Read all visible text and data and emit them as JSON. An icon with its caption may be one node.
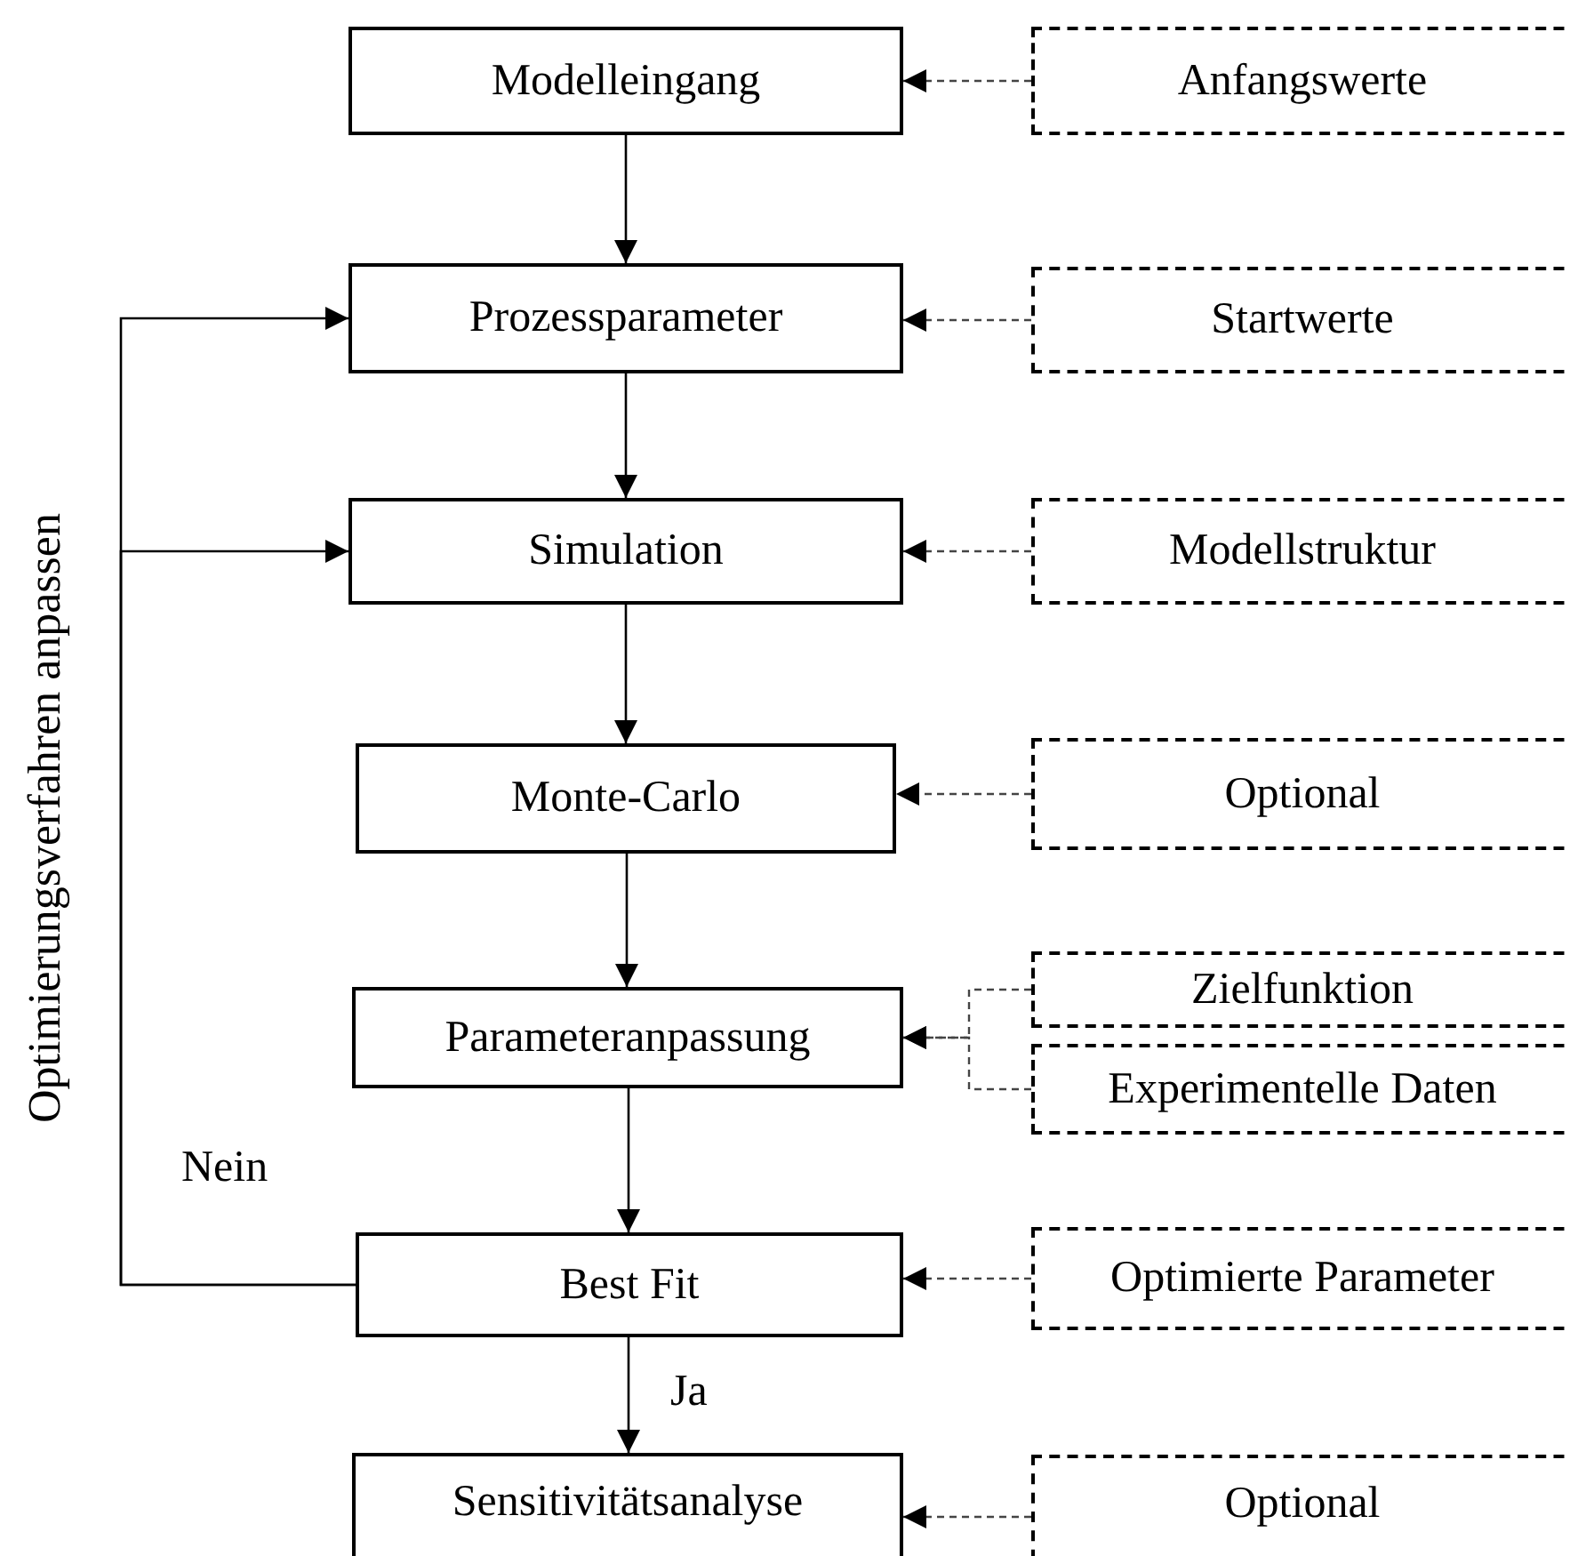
{
  "diagram": {
    "nodes": [
      {
        "text": [
          "Modelleingang"
        ]
      },
      {
        "text": [
          "Prozessparameter"
        ]
      },
      {
        "text": [
          "Simulation"
        ]
      },
      {
        "text": [
          "Monte-Carlo"
        ]
      },
      {
        "text": [
          "Parameteranpassung"
        ]
      },
      {
        "text": [
          "Best Fit"
        ]
      },
      {
        "text": [
          "Sensitivitätsanalyse"
        ]
      },
      {
        "text": [
          "Anfangswerte"
        ]
      },
      {
        "text": [
          "Startwerte"
        ]
      },
      {
        "text": [
          "Modellstruktur"
        ]
      },
      {
        "text": [
          "Optional"
        ]
      },
      {
        "text": [
          "Zielfunktion"
        ]
      },
      {
        "text": [
          "Experimentelle Daten"
        ]
      },
      {
        "text": [
          "Optimierte Parameter"
        ]
      },
      {
        "text": [
          "Optional"
        ]
      }
    ],
    "edges": [
      {
        "from": 0,
        "to": 1,
        "arrow": "to"
      },
      {
        "from": 1,
        "to": 2,
        "arrow": "to"
      },
      {
        "from": 2,
        "to": 3,
        "arrow": "to"
      },
      {
        "from": 3,
        "to": 4,
        "arrow": "to"
      },
      {
        "from": 4,
        "to": 5,
        "arrow": "to"
      },
      {
        "from": 5,
        "to": 6,
        "arrow": "to",
        "label": "Ja"
      },
      {
        "from": 5,
        "to": 1,
        "arrow": "to",
        "label": "Nein"
      },
      {
        "from": 5,
        "to": 2,
        "arrow": "to"
      },
      {
        "from": 7,
        "to": 0,
        "arrow": "to",
        "style": "dashed"
      },
      {
        "from": 8,
        "to": 1,
        "arrow": "to",
        "style": "dashed"
      },
      {
        "from": 9,
        "to": 2,
        "arrow": "to",
        "style": "dashed"
      },
      {
        "from": 10,
        "to": 3,
        "arrow": "to",
        "style": "dashed"
      },
      {
        "from": 11,
        "to": 4,
        "arrow": "to",
        "style": "dashed"
      },
      {
        "from": 12,
        "to": 4,
        "arrow": "to",
        "style": "dashed"
      },
      {
        "from": 13,
        "to": 5,
        "arrow": "to",
        "style": "dashed"
      },
      {
        "from": 14,
        "to": 6,
        "arrow": "to",
        "style": "dashed"
      }
    ],
    "labels": [
      "Optimierungsverfahren anpassen"
    ]
  }
}
